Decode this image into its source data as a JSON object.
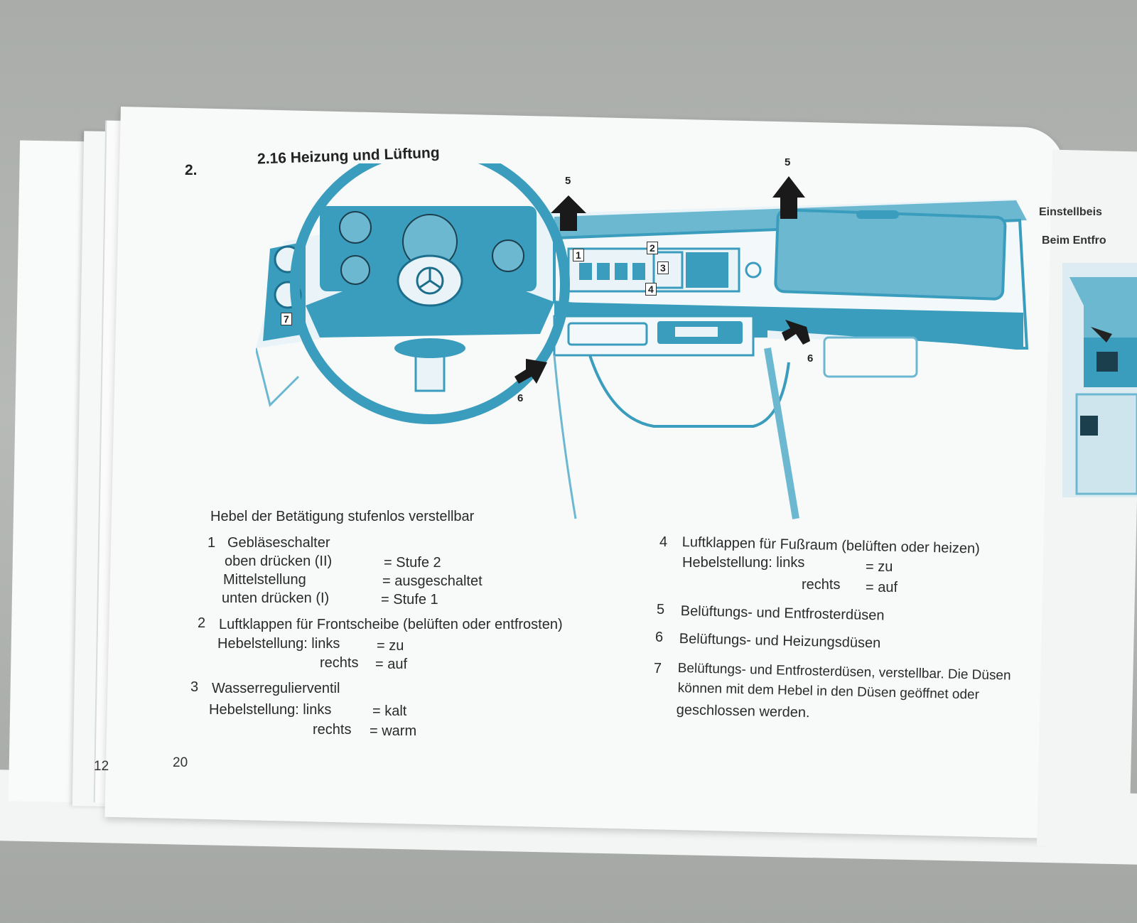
{
  "chapter_marker": "2.",
  "section_heading": "2.16 Heizung und Lüftung",
  "page_numbers": {
    "left_stack": "12",
    "current": "20"
  },
  "callouts": [
    "1",
    "2",
    "3",
    "4",
    "5",
    "5",
    "6",
    "6",
    "7"
  ],
  "intro": "Hebel der Betätigung stufenlos verstellbar",
  "left_items": [
    {
      "num": "1",
      "title": "Gebläseschalter",
      "rows": [
        {
          "label": "oben drücken (II)",
          "value": "= Stufe 2"
        },
        {
          "label": "Mittelstellung",
          "value": "= ausgeschaltet"
        },
        {
          "label": "unten drücken (I)",
          "value": "= Stufe 1"
        }
      ]
    },
    {
      "num": "2",
      "title": "Luftklappen für Frontscheibe (belüften oder entfrosten)",
      "rows": [
        {
          "label": "Hebelstellung: links",
          "value": "= zu"
        },
        {
          "label": "rechts",
          "value": "= auf"
        }
      ]
    },
    {
      "num": "3",
      "title": "Wasserregulierventil",
      "rows": [
        {
          "label": "Hebelstellung: links",
          "value": "= kalt"
        },
        {
          "label": "rechts",
          "value": "= warm"
        }
      ]
    }
  ],
  "right_items": [
    {
      "num": "4",
      "title": "Luftklappen für Fußraum (belüften oder heizen)",
      "rows": [
        {
          "label": "Hebelstellung: links",
          "value": "= zu"
        },
        {
          "label": "rechts",
          "value": "= auf"
        }
      ]
    },
    {
      "num": "5",
      "title": "Belüftungs- und Entfrosterdüsen"
    },
    {
      "num": "6",
      "title": "Belüftungs- und Heizungsdüsen"
    },
    {
      "num": "7",
      "title": "Belüftungs- und Entfrosterdüsen, verstellbar. Die Düsen",
      "line2": "können mit dem Hebel in den Düsen geöffnet oder",
      "line3": "geschlossen werden."
    }
  ],
  "next_page_fragments": [
    "Einstellbeis",
    "Beim Entfro"
  ],
  "colors": {
    "illustration": "#3b9dbd",
    "illustration_light": "#6db8d1",
    "text": "#2a2a2a"
  }
}
